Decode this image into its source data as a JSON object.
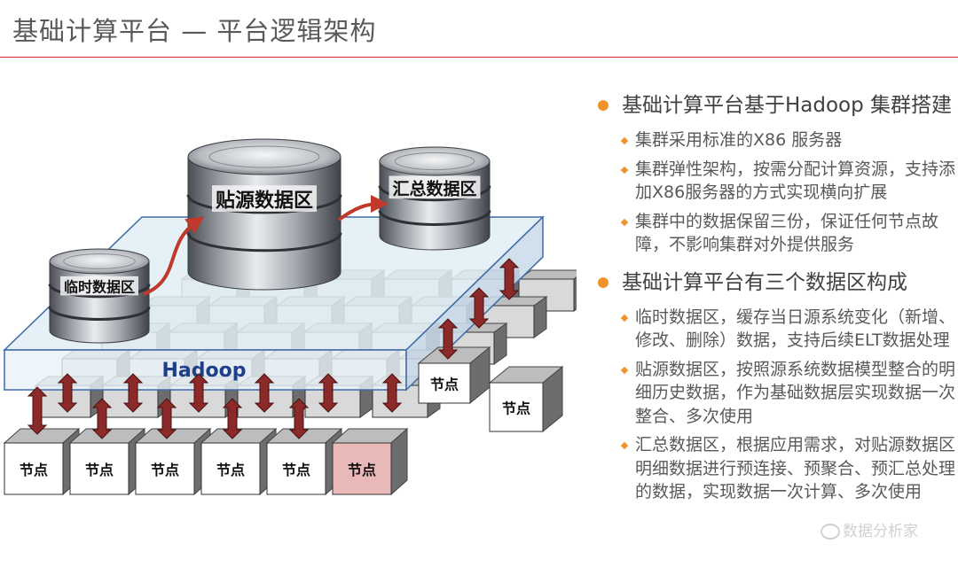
{
  "header": {
    "title": "基础计算平台 — 平台逻辑架构"
  },
  "diagram": {
    "platform_label": "Hadoop",
    "node_label": "节点",
    "databases": {
      "staging": "临时数据区",
      "source": "贴源数据区",
      "summary": "汇总数据区"
    },
    "colors": {
      "platform_fill": "#e1edf6",
      "platform_edge": "#3f6ba8",
      "node_highlight": "#e9b9b9",
      "arrow": "#8c2a2a",
      "flow_arrow": "#c0392b"
    }
  },
  "bullets": [
    {
      "text": "基础计算平台基于Hadoop 集群搭建",
      "children": [
        "集群采用标准的X86 服务器",
        "集群弹性架构，按需分配计算资源，支持添加X86服务器的方式实现横向扩展",
        "集群中的数据保留三份，保证任何节点故障，不影响集群对外提供服务"
      ]
    },
    {
      "text": "基础计算平台有三个数据区构成",
      "children": [
        "临时数据区，缓存当日源系统变化（新增、修改、删除）数据，支持后续ELT数据处理",
        "贴源数据区，按照源系统数据模型整合的明细历史数据，作为基础数据层实现数据一次整合、多次使用",
        "汇总数据区，根据应用需求，对贴源数据区明细数据进行预连接、预聚合、预汇总处理的数据，实现数据一次计算、多次使用"
      ]
    }
  ],
  "watermark": "数据分析家"
}
